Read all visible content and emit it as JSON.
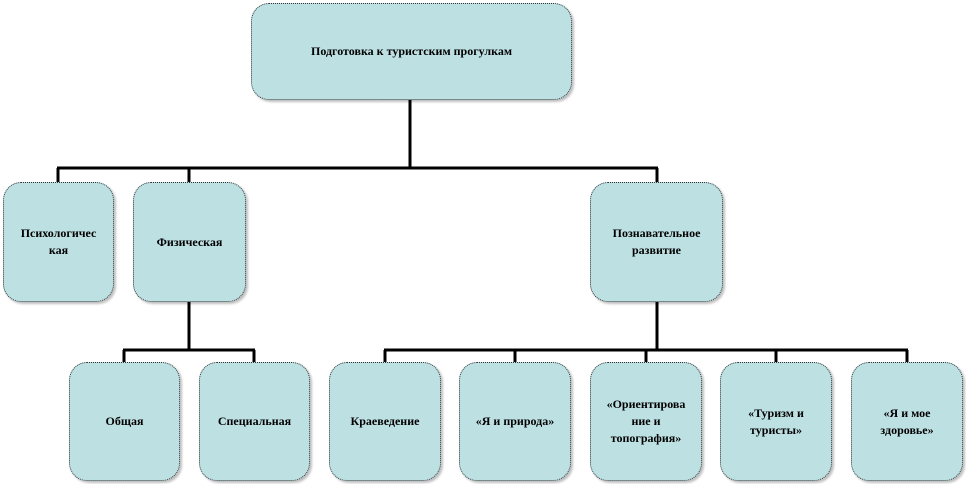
{
  "root": {
    "label": "Подготовка к туристским прогулкам"
  },
  "level2": [
    {
      "label": "Психологичес\nкая"
    },
    {
      "label": "Физическая"
    },
    {
      "label": "Познавательное\nразвитие"
    }
  ],
  "physical_children": [
    {
      "label": "Общая"
    },
    {
      "label": "Специальная"
    }
  ],
  "cognitive_children": [
    {
      "label": "Краеведение"
    },
    {
      "label": "«Я и природа»"
    },
    {
      "label": "«Ориентирова\nние и\nтопография»"
    },
    {
      "label": "«Туризм  и\nтуристы»"
    },
    {
      "label": "«Я и мое\nздоровье»"
    }
  ],
  "colors": {
    "box": "#bde0e3",
    "line": "#000000"
  }
}
